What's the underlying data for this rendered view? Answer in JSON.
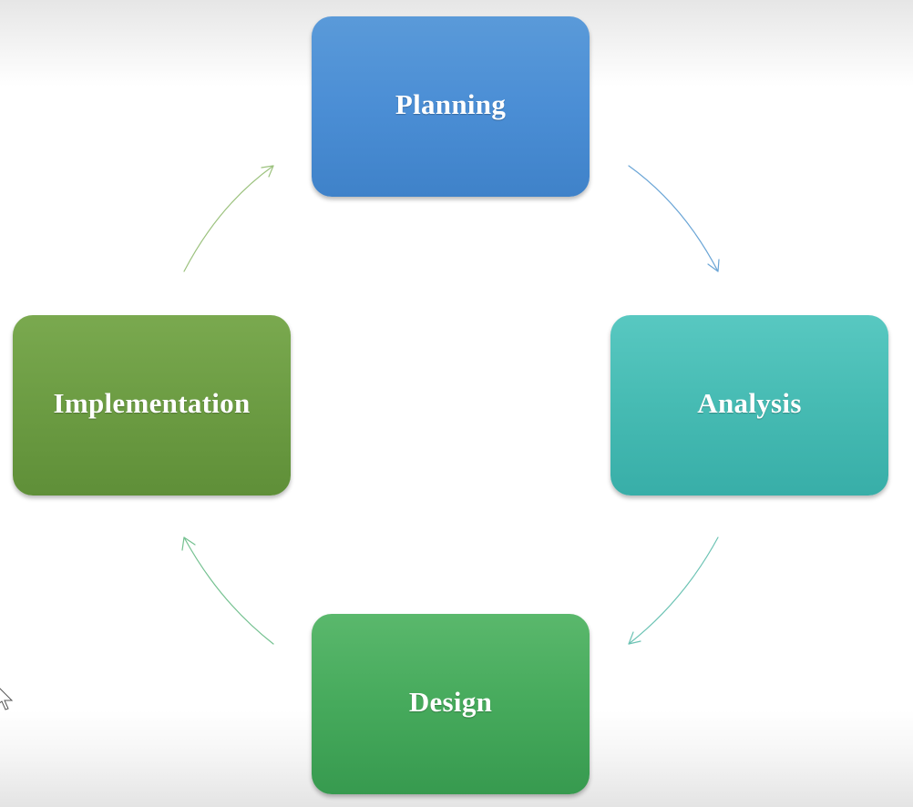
{
  "diagram": {
    "steps": [
      {
        "id": "planning",
        "label": "Planning",
        "color": "#4b8ed5"
      },
      {
        "id": "analysis",
        "label": "Analysis",
        "color": "#46bbb3"
      },
      {
        "id": "design",
        "label": "Design",
        "color": "#46aa5c"
      },
      {
        "id": "implementation",
        "label": "Implementation",
        "color": "#6c9c43"
      }
    ],
    "connections": [
      {
        "from": "planning",
        "to": "analysis",
        "color": "#6aa5d6"
      },
      {
        "from": "analysis",
        "to": "design",
        "color": "#6cc3b4"
      },
      {
        "from": "design",
        "to": "implementation",
        "color": "#74c190"
      },
      {
        "from": "implementation",
        "to": "planning",
        "color": "#9cc27e"
      }
    ]
  },
  "pointer": {
    "icon": "mouse-pointer-icon"
  }
}
